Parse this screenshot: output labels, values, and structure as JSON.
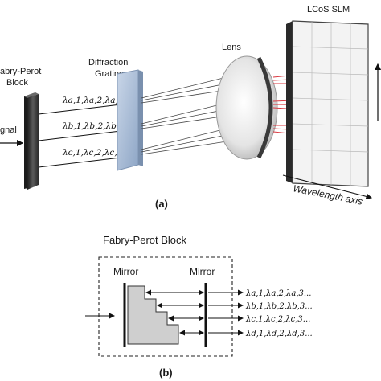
{
  "part_a": {
    "fp_block_label_line1": "abry-Perot",
    "fp_block_label_line2": "Block",
    "signal_label": "gnal",
    "grating_label_line1": "Diffraction",
    "grating_label_line2": "Grating",
    "lens_label": "Lens",
    "slm_label": "LCoS SLM",
    "wavelength_axis_label": "Wavelength axis",
    "beam_a_label": "λa,1,λa,2,λa,3...",
    "beam_b_label": "λb,1,λb,2,λb,3...",
    "beam_c_label": "λc,1,λc,2,λc,3...",
    "caption": "(a)"
  },
  "part_b": {
    "title": "Fabry-Perot Block",
    "mirror_left_label": "Mirror",
    "mirror_right_label": "Mirror",
    "out_a_label": "λa,1,λa,2,λa,3...",
    "out_b_label": "λb,1,λb,2,λb,3...",
    "out_c_label": "λc,1,λc,2,λc,3...",
    "out_d_label": "λd,1,λd,2,λd,3...",
    "caption": "(b)"
  },
  "colors": {
    "slm_red_lines": "#d9363e",
    "grating_blue": "#a9bcd6",
    "fp_block_dark": "#3a3a3a",
    "step_fill": "#cfcfcf"
  }
}
